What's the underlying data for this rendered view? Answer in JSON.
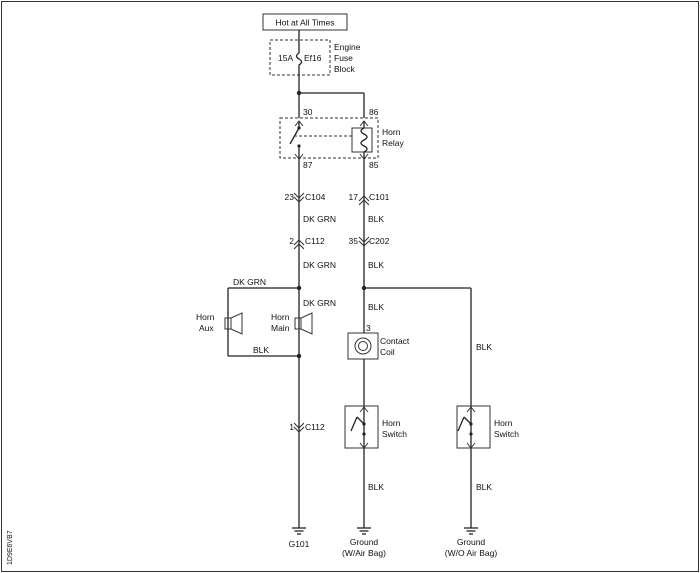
{
  "power": {
    "label": "Hot at All Times"
  },
  "fuse": {
    "rating": "15A",
    "id": "Ef16",
    "block_line1": "Engine",
    "block_line2": "Fuse",
    "block_line3": "Block"
  },
  "relay": {
    "name_line1": "Horn",
    "name_line2": "Relay",
    "pin30": "30",
    "pin86": "86",
    "pin87": "87",
    "pin85": "85"
  },
  "connectors": {
    "c104": {
      "pin": "23",
      "name": "C104"
    },
    "c101": {
      "pin": "17",
      "name": "C101"
    },
    "c112a": {
      "pin": "2",
      "name": "C112"
    },
    "c202": {
      "pin": "35",
      "name": "C202"
    },
    "c112b": {
      "pin": "1",
      "name": "C112"
    }
  },
  "wires": {
    "dkgrn1": "DK GRN",
    "dkgrn2": "DK GRN",
    "dkgrn3": "DK GRN",
    "dkgrn4": "DK GRN",
    "blk1": "BLK",
    "blk2": "BLK",
    "blk3": "BLK",
    "blk4": "BLK",
    "blk5": "BLK",
    "blk6": "BLK",
    "blk7": "BLK"
  },
  "horns": {
    "aux_line1": "Horn",
    "aux_line2": "Aux",
    "main_line1": "Horn",
    "main_line2": "Main"
  },
  "coil": {
    "pin": "3",
    "line1": "Contact",
    "line2": "Coil"
  },
  "switch1": {
    "line1": "Horn",
    "line2": "Switch"
  },
  "switch2": {
    "line1": "Horn",
    "line2": "Switch"
  },
  "grounds": {
    "g101": "G101",
    "airbag_line1": "Ground",
    "airbag_line2": "(W/Air Bag)",
    "noairbag_line1": "Ground",
    "noairbag_line2": "(W/O Air Bag)"
  },
  "ref_code": "1D9E6VB7"
}
